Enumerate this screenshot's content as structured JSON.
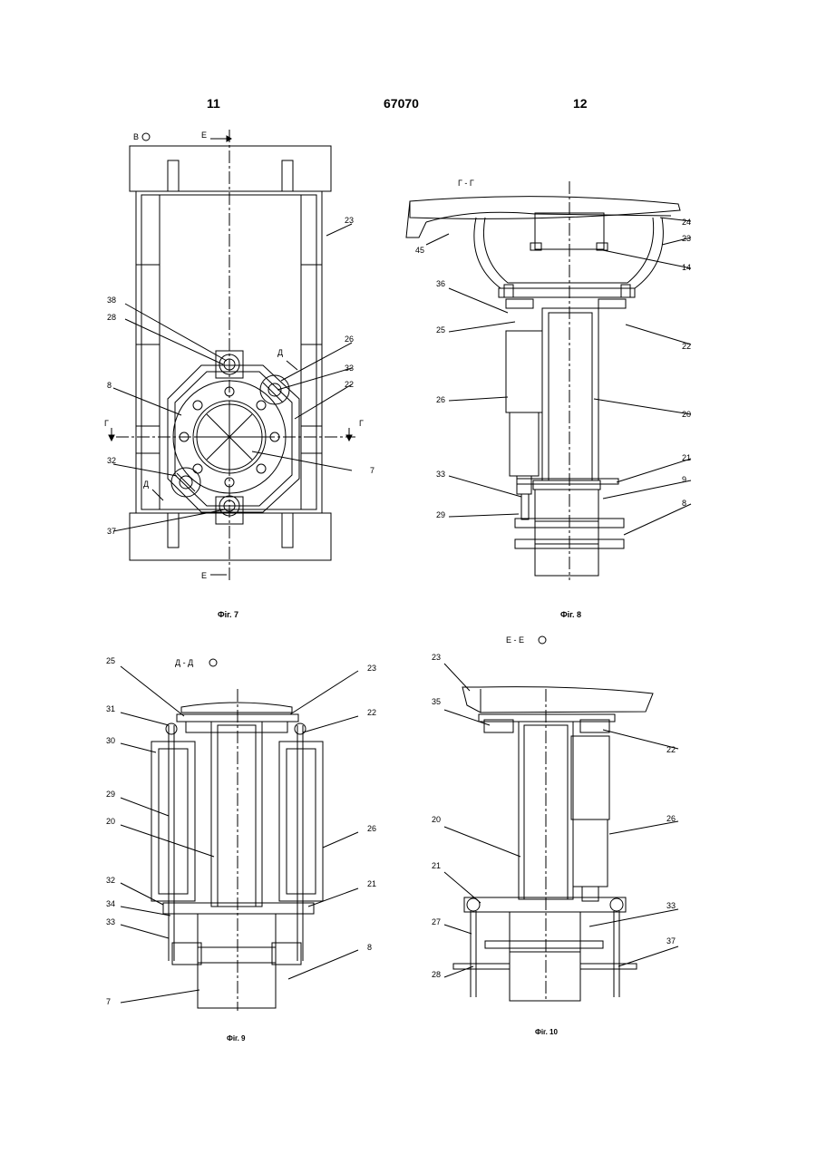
{
  "header": {
    "left_page": "11",
    "doc_number": "67070",
    "right_page": "12"
  },
  "fig7": {
    "caption": "Фіг. 7",
    "view_label": "В",
    "section_top": "Е",
    "section_bottom": "Е",
    "section_left": "Г",
    "section_right": "Г",
    "section_d_top": "Д",
    "section_d_bottom": "Д",
    "labels": [
      "38",
      "28",
      "8",
      "32",
      "37",
      "26",
      "33",
      "22",
      "23",
      "7"
    ]
  },
  "fig8": {
    "caption": "Фіг. 8",
    "section_title": "Г - Г",
    "labels_left": [
      "45",
      "36",
      "25",
      "26",
      "33",
      "29"
    ],
    "labels_right": [
      "24",
      "23",
      "14",
      "22",
      "20",
      "21",
      "9",
      "8"
    ]
  },
  "fig9": {
    "caption": "Фіг. 9",
    "section_title": "Д - Д",
    "labels_left": [
      "25",
      "31",
      "30",
      "29",
      "20",
      "32",
      "34",
      "33",
      "7"
    ],
    "labels_right": [
      "23",
      "22",
      "26",
      "21",
      "8"
    ]
  },
  "fig10": {
    "caption": "Фіг. 10",
    "section_title": "Е - Е",
    "labels_left": [
      "23",
      "35",
      "20",
      "21",
      "27",
      "28"
    ],
    "labels_right": [
      "22",
      "26",
      "33",
      "37"
    ]
  }
}
